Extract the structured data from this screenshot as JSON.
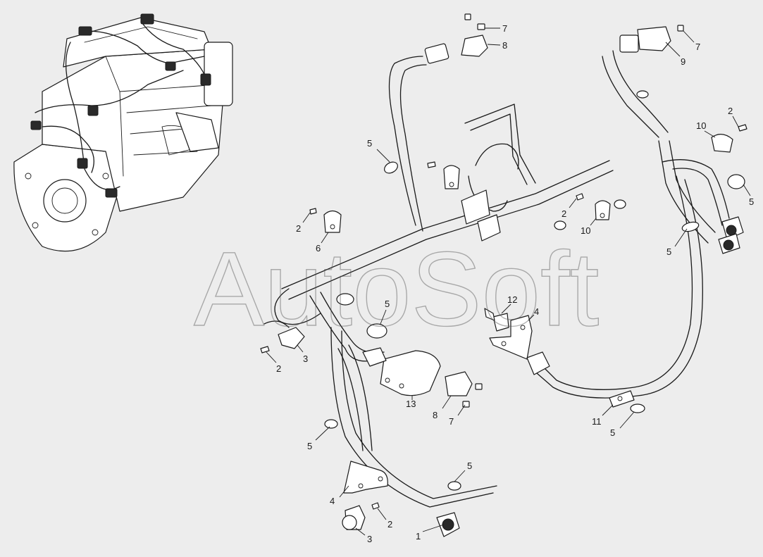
{
  "watermark": "AutoSoft",
  "callouts": [
    {
      "id": "c7a",
      "text": "7"
    },
    {
      "id": "c8a",
      "text": "8"
    },
    {
      "id": "c7b",
      "text": "7"
    },
    {
      "id": "c9",
      "text": "9"
    },
    {
      "id": "c2a",
      "text": "2"
    },
    {
      "id": "c10a",
      "text": "10"
    },
    {
      "id": "c5a",
      "text": "5"
    },
    {
      "id": "c5b",
      "text": "5"
    },
    {
      "id": "c2b",
      "text": "2"
    },
    {
      "id": "c6",
      "text": "6"
    },
    {
      "id": "c2c",
      "text": "2"
    },
    {
      "id": "c10b",
      "text": "10"
    },
    {
      "id": "c5c",
      "text": "5"
    },
    {
      "id": "c12",
      "text": "12"
    },
    {
      "id": "c4a",
      "text": "4"
    },
    {
      "id": "c5d",
      "text": "5"
    },
    {
      "id": "c3a",
      "text": "3"
    },
    {
      "id": "c2d",
      "text": "2"
    },
    {
      "id": "c13",
      "text": "13"
    },
    {
      "id": "c8b",
      "text": "8"
    },
    {
      "id": "c7c",
      "text": "7"
    },
    {
      "id": "c11",
      "text": "11"
    },
    {
      "id": "c5e",
      "text": "5"
    },
    {
      "id": "c5f",
      "text": "5"
    },
    {
      "id": "c5g",
      "text": "5"
    },
    {
      "id": "c4b",
      "text": "4"
    },
    {
      "id": "c2e",
      "text": "2"
    },
    {
      "id": "c3b",
      "text": "3"
    },
    {
      "id": "c1",
      "text": "1"
    }
  ]
}
